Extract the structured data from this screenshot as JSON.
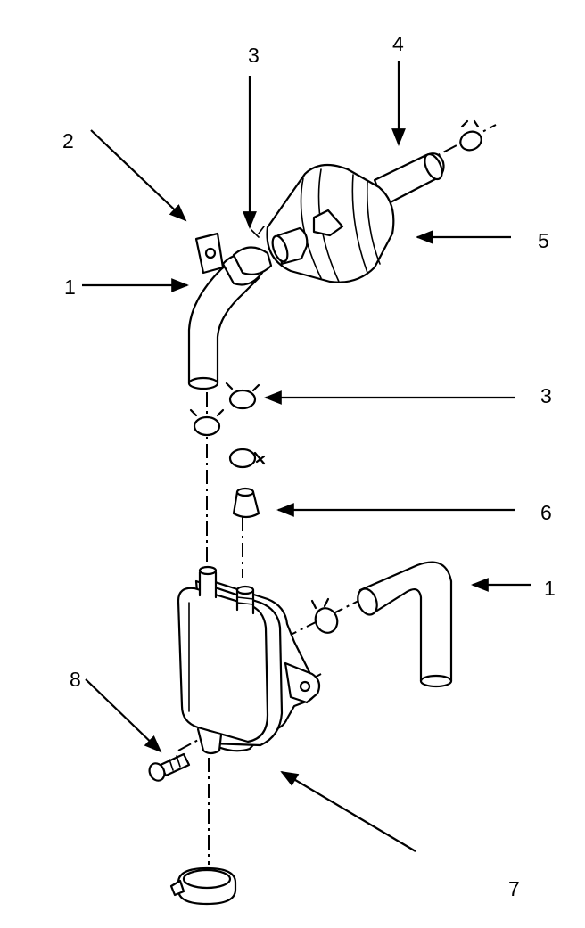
{
  "callouts": {
    "c1_top": "1",
    "c2": "2",
    "c3_top": "3",
    "c4": "4",
    "c5": "5",
    "c3_mid": "3",
    "c6": "6",
    "c1_right": "1",
    "c8": "8",
    "c7": "7"
  },
  "colors": {
    "ink": "#000000",
    "paper": "#ffffff"
  }
}
